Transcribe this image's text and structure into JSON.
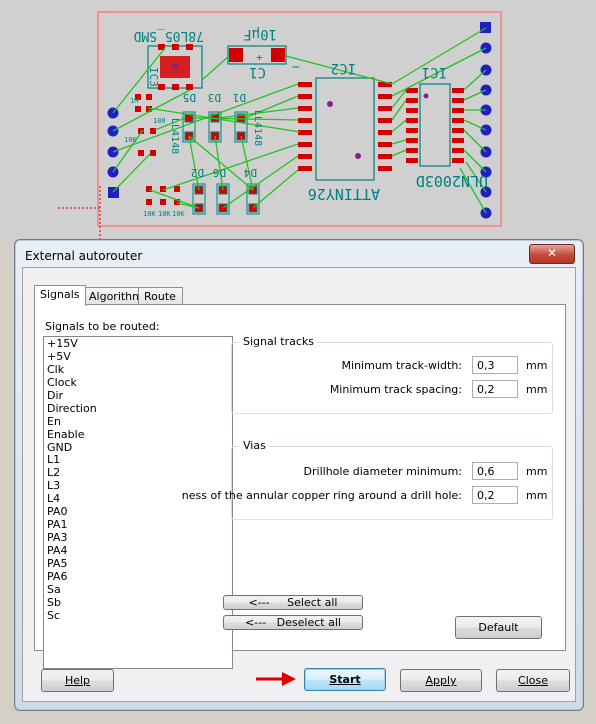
{
  "pcb": {
    "components": {
      "ic3": "IC3",
      "ic3_value": "78L05_SMD",
      "c1": "C1",
      "c1_value": "10µF",
      "ic2": "IC2",
      "ic2_value": "ATTINY26",
      "ic1": "IC1",
      "ic1_value": "ULN2003D",
      "d3": "D3",
      "d5": "D5",
      "d1": "D1",
      "d6": "D6",
      "d2": "D2",
      "d4": "D4",
      "ll4148_1": "LL4148",
      "ll4148_2": "LL4148",
      "r_10k_1": "10K",
      "r_10k_2": "10K",
      "r_10k_3": "10K",
      "r_10k_4": "10K",
      "r_1m": "1M",
      "r_100": "100",
      "plus": "+",
      "minus": "−"
    },
    "colors": {
      "board_outline": "#ff7a7a",
      "pad_red": "#d40000",
      "airwire": "#22c222",
      "silk": "#008080",
      "connector_blue": "#2020c0",
      "via_purple": "#8a1e8a"
    }
  },
  "dialog": {
    "title": "External autorouter",
    "close_glyph": "✕",
    "tabs": [
      {
        "label": "Signals"
      },
      {
        "label": "Algorithm"
      },
      {
        "label": "Route layers"
      }
    ],
    "signals_label": "Signals to be routed:",
    "signals": [
      "+15V",
      "+5V",
      "Clk",
      "Clock",
      "Dir",
      "Direction",
      "En",
      "Enable",
      "GND",
      "L1",
      "L2",
      "L3",
      "L4",
      "PA0",
      "PA1",
      "PA3",
      "PA4",
      "PA5",
      "PA6",
      "Sa",
      "Sb",
      "Sc"
    ],
    "select_all": {
      "arrow": "<---",
      "label": "Select all"
    },
    "deselect_all": {
      "arrow": "<---",
      "label": "Deselect all"
    },
    "signal_tracks": {
      "title": "Signal tracks",
      "min_width_label": "Minimum track-width:",
      "min_width_value": "0,3",
      "min_spacing_label": "Minimum track spacing:",
      "min_spacing_value": "0,2",
      "unit": "mm"
    },
    "vias": {
      "title": "Vias",
      "drill_label": "Drillhole diameter minimum:",
      "drill_value": "0,6",
      "ring_label": "ness of the annular copper ring around a drill hole:",
      "ring_value": "0,2",
      "unit": "mm"
    },
    "default_button": "Default",
    "buttons": {
      "help": "Help",
      "start": "Start",
      "apply": "Apply",
      "close": "Close"
    }
  }
}
